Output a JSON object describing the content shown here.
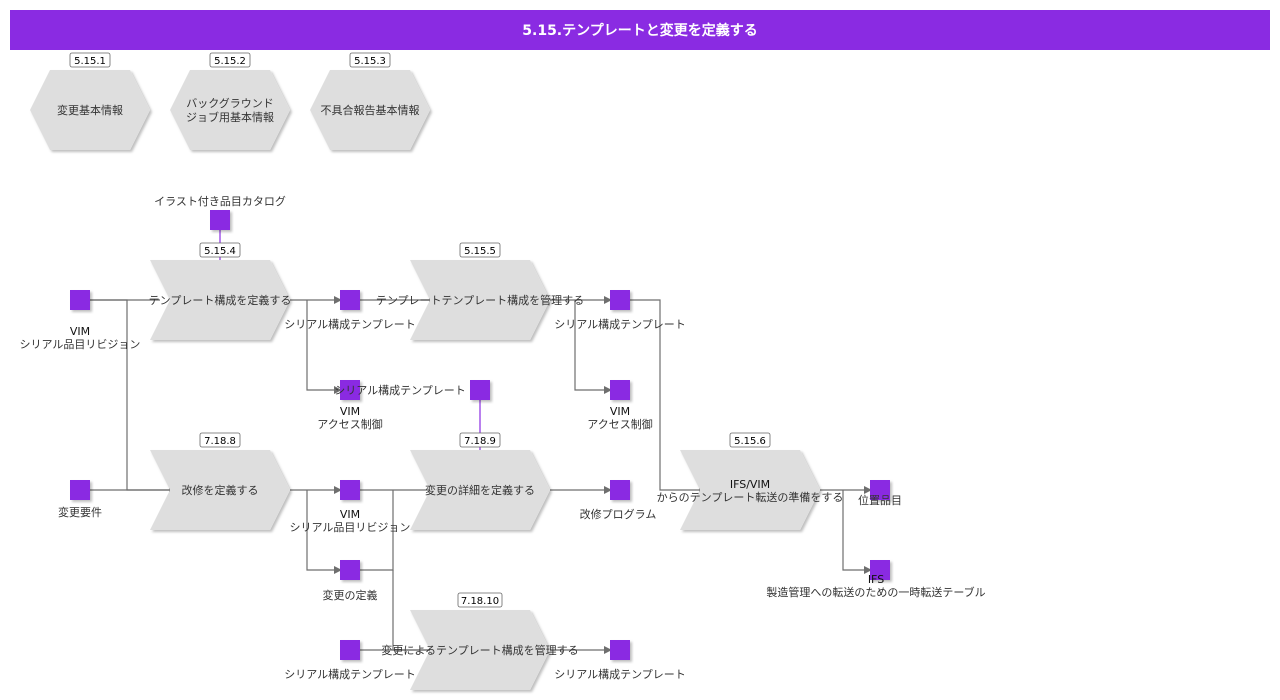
{
  "title": "5.15.テンプレートと変更を定義する",
  "colors": {
    "accent": "#8a2be2",
    "shape": "#dedede",
    "connector": "#6e6e6e"
  },
  "hexagons": [
    {
      "id": "5.15.1",
      "lines": [
        "変更基本情報"
      ]
    },
    {
      "id": "5.15.2",
      "lines": [
        "バックグラウンド",
        "ジョブ用基本情報"
      ]
    },
    {
      "id": "5.15.3",
      "lines": [
        "不具合報告基本情報"
      ]
    }
  ],
  "processes": [
    {
      "id": "5.15.4",
      "lines": [
        "テンプレート構成を定義する"
      ]
    },
    {
      "id": "5.15.5",
      "lines": [
        "テンプレートテンプレート構成を管理する"
      ]
    },
    {
      "id": "7.18.8",
      "lines": [
        "改修を定義する"
      ]
    },
    {
      "id": "7.18.9",
      "lines": [
        "変更の詳細を定義する"
      ]
    },
    {
      "id": "5.15.6",
      "lines": [
        "IFS/VIM",
        "からのテンプレート転送の準備をする"
      ]
    },
    {
      "id": "7.18.10",
      "lines": [
        "変更によるテンプレート構成を管理する"
      ]
    }
  ],
  "objects": [
    {
      "name": "illustrated-catalog",
      "lines": [
        "イラスト付き品目カタログ"
      ]
    },
    {
      "name": "vim-serial-part-revision",
      "lines": [
        "VIM",
        "シリアル品目リビジョン"
      ]
    },
    {
      "name": "serial-config-template-1",
      "lines": [
        "シリアル構成テンプレート"
      ]
    },
    {
      "name": "serial-config-template-2",
      "lines": [
        "シリアル構成テンプレート"
      ]
    },
    {
      "name": "vim-access-control-1",
      "lines": [
        "VIM",
        "アクセス制御"
      ]
    },
    {
      "name": "serial-config-template-3",
      "lines": [
        "シリアル構成テンプレート"
      ]
    },
    {
      "name": "vim-access-control-2",
      "lines": [
        "VIM",
        "アクセス制御"
      ]
    },
    {
      "name": "change-requirement",
      "lines": [
        "変更要件"
      ]
    },
    {
      "name": "vim-serial-part-revision-2",
      "lines": [
        "VIM",
        "シリアル品目リビジョン"
      ]
    },
    {
      "name": "change-definition",
      "lines": [
        "変更の定義"
      ]
    },
    {
      "name": "modification-program",
      "lines": [
        "改修プログラム"
      ]
    },
    {
      "name": "location-part",
      "lines": [
        "位置品目"
      ]
    },
    {
      "name": "ifs-temp-transfer-table",
      "lines": [
        "IFS",
        "製造管理への転送のための一時転送テーブル"
      ]
    },
    {
      "name": "serial-config-template-4",
      "lines": [
        "シリアル構成テンプレート"
      ]
    },
    {
      "name": "serial-config-template-5",
      "lines": [
        "シリアル構成テンプレート"
      ]
    }
  ]
}
